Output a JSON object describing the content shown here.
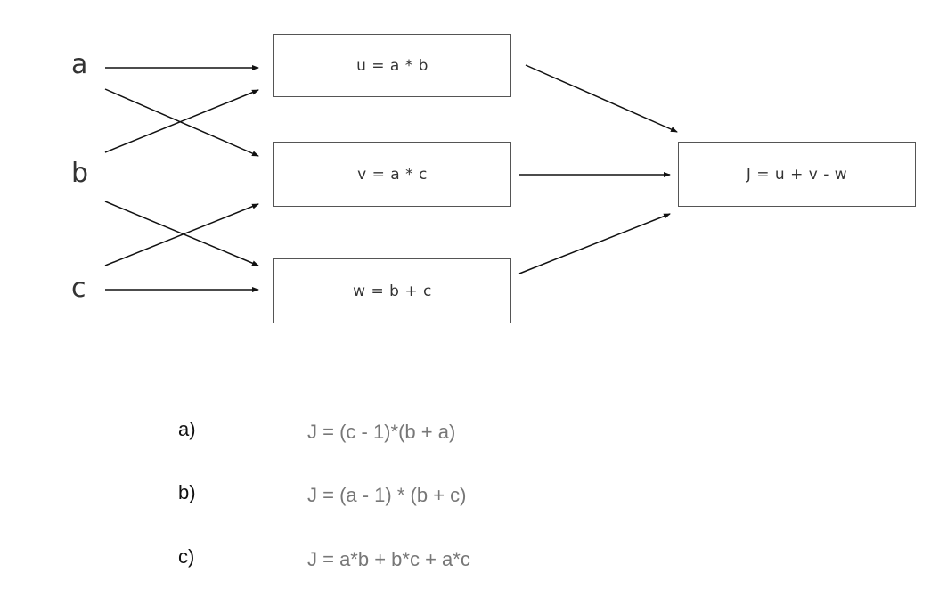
{
  "inputs": {
    "a": "a",
    "b": "b",
    "c": "c"
  },
  "nodes": {
    "u": "u = a * b",
    "v": "v = a * c",
    "w": "w = b + c",
    "j": "J = u + v - w"
  },
  "options": [
    {
      "letter": "a)",
      "expression": "J = (c - 1)*(b + a)"
    },
    {
      "letter": "b)",
      "expression": "J = (a - 1) * (b + c)"
    },
    {
      "letter": "c)",
      "expression": "J = a*b + b*c + a*c"
    }
  ],
  "colors": {
    "edge": "#111111",
    "box_border": "#555555",
    "option_text": "#777777"
  }
}
